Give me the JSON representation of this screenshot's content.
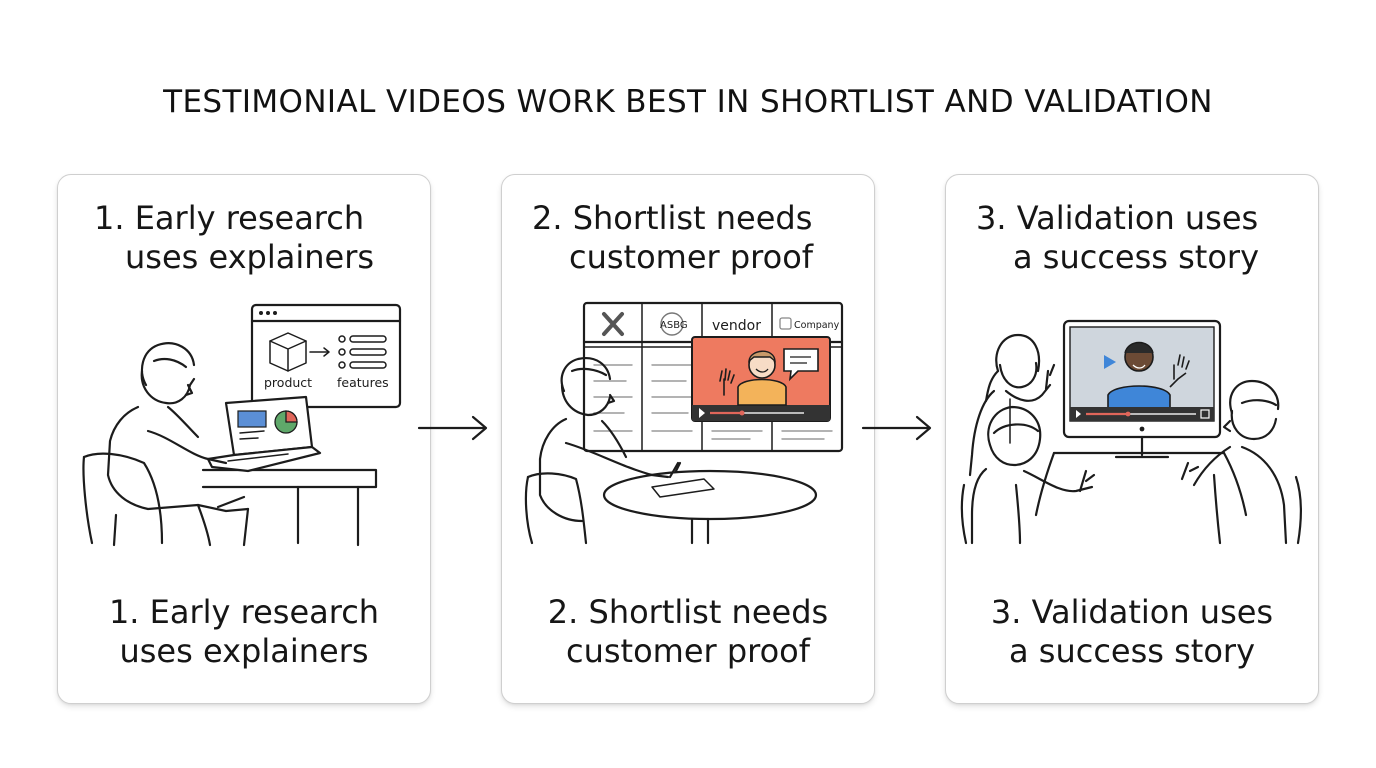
{
  "title": "TESTIMONIAL VIDEOS WORK BEST IN SHORTLIST AND VALIDATION",
  "steps": [
    {
      "heading_line1": "1. Early research",
      "heading_line2": "uses explainers",
      "caption_line1": "1. Early research",
      "caption_line2": "uses explainers",
      "illustration_labels": {
        "product": "product",
        "features": "features"
      }
    },
    {
      "heading_line1": "2. Shortlist needs",
      "heading_line2": "customer proof",
      "caption_line1": "2. Shortlist needs",
      "caption_line2": "customer proof",
      "illustration_labels": {
        "logo_2": "ASBG",
        "logo_3": "vendor",
        "logo_4": "Company"
      }
    },
    {
      "heading_line1": "3. Validation uses",
      "heading_line2": "a success story",
      "caption_line1": "3. Validation uses",
      "caption_line2": "a success story"
    }
  ],
  "colors": {
    "text": "#161616",
    "card_border": "#cfcfcf",
    "accent_blue": "#5b8fd6",
    "accent_green": "#5fa86a",
    "accent_red": "#e0665a",
    "video_bg_orange": "#ee7a60",
    "shirt_orange": "#f3b35a",
    "shirt_blue": "#3f86d8",
    "progress_red": "#e0665a"
  },
  "icons": [
    "browser-window-icon",
    "box-icon",
    "pie-chart-icon",
    "play-icon",
    "speech-bubble-icon",
    "arrow-right-icon"
  ]
}
